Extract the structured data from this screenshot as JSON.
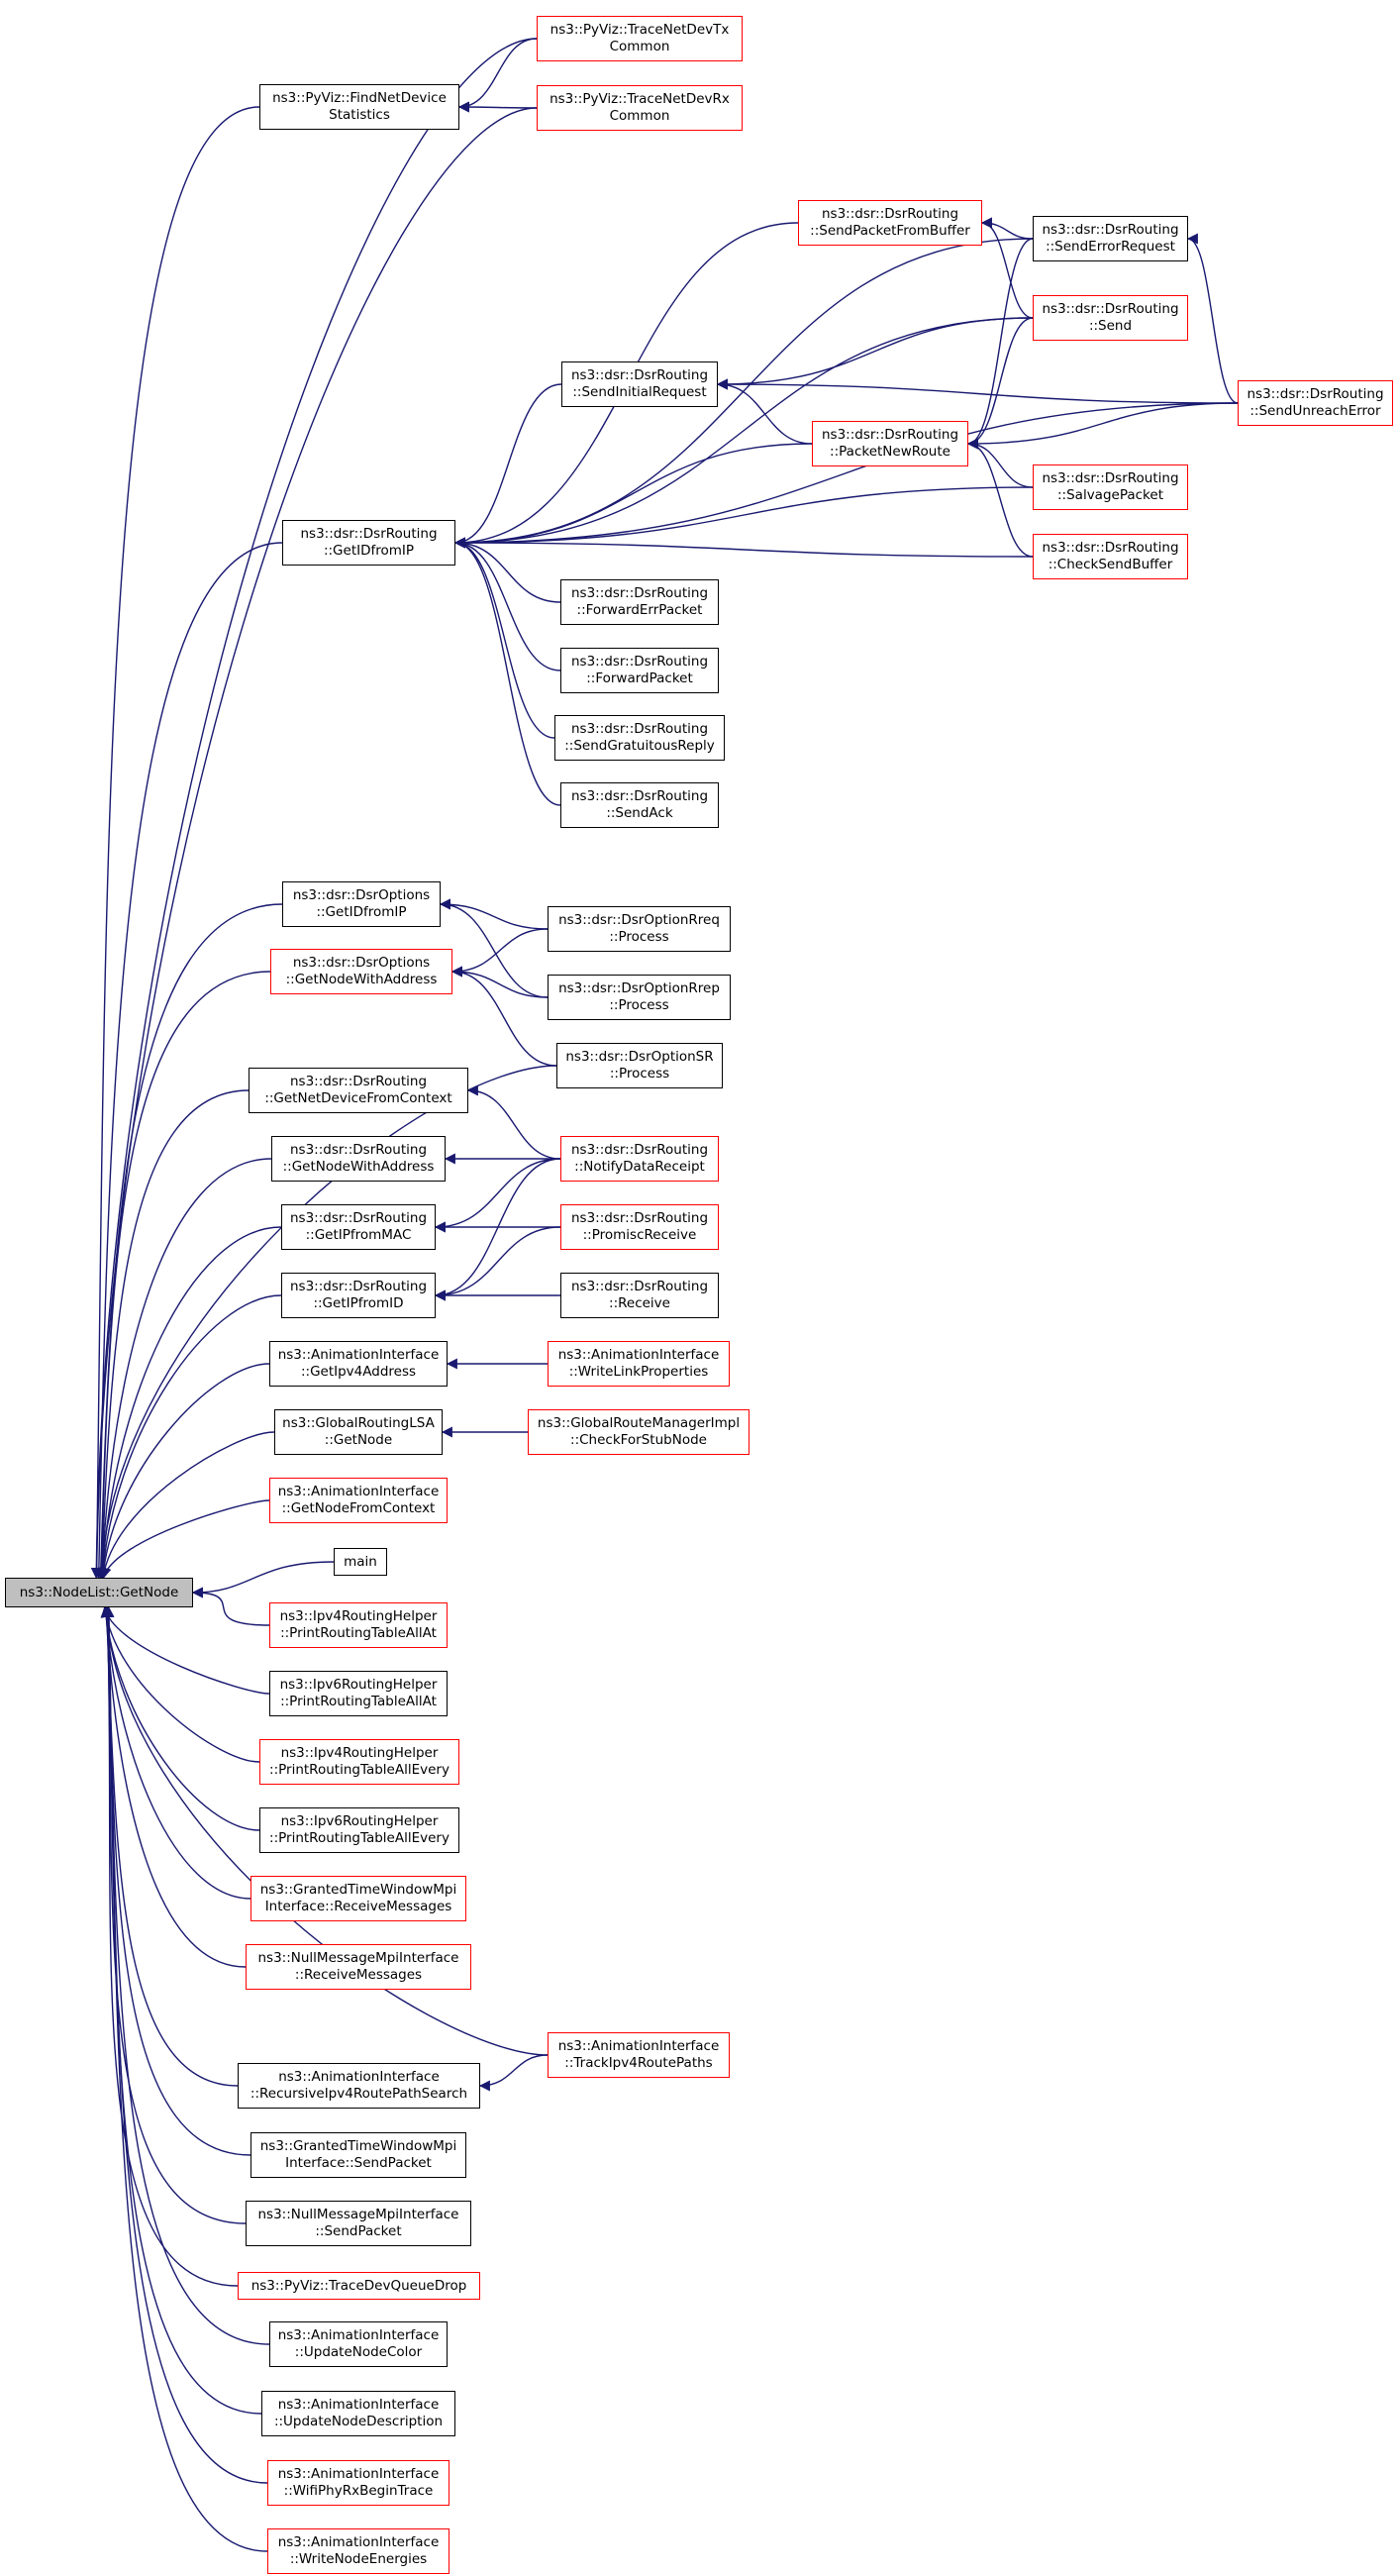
{
  "colors": {
    "edge": "#191970",
    "border_default": "#000000",
    "border_incomplete": "#ff0000",
    "root_fill": "#bfbfbf"
  },
  "nodes": [
    {
      "id": "root",
      "lines": [
        "ns3::NodeList::GetNode"
      ],
      "style": "root"
    },
    {
      "id": "pyviz_fnds",
      "lines": [
        "ns3::PyViz::FindNetDevice",
        "Statistics"
      ],
      "style": "black"
    },
    {
      "id": "pyviz_tx",
      "lines": [
        "ns3::PyViz::TraceNetDevTx",
        "Common"
      ],
      "style": "red"
    },
    {
      "id": "pyviz_rx",
      "lines": [
        "ns3::PyViz::TraceNetDevRx",
        "Common"
      ],
      "style": "red"
    },
    {
      "id": "dsr_getidfromip",
      "lines": [
        "ns3::dsr::DsrRouting",
        "::GetIDfromIP"
      ],
      "style": "black"
    },
    {
      "id": "dsr_spfb",
      "lines": [
        "ns3::dsr::DsrRouting",
        "::SendPacketFromBuffer"
      ],
      "style": "red"
    },
    {
      "id": "dsr_ser",
      "lines": [
        "ns3::dsr::DsrRouting",
        "::SendErrorRequest"
      ],
      "style": "black"
    },
    {
      "id": "dsr_send",
      "lines": [
        "ns3::dsr::DsrRouting",
        "::Send"
      ],
      "style": "red"
    },
    {
      "id": "dsr_sir",
      "lines": [
        "ns3::dsr::DsrRouting",
        "::SendInitialRequest"
      ],
      "style": "black"
    },
    {
      "id": "dsr_pnr",
      "lines": [
        "ns3::dsr::DsrRouting",
        "::PacketNewRoute"
      ],
      "style": "red"
    },
    {
      "id": "dsr_sue",
      "lines": [
        "ns3::dsr::DsrRouting",
        "::SendUnreachError"
      ],
      "style": "red"
    },
    {
      "id": "dsr_salvage",
      "lines": [
        "ns3::dsr::DsrRouting",
        "::SalvagePacket"
      ],
      "style": "red"
    },
    {
      "id": "dsr_csb",
      "lines": [
        "ns3::dsr::DsrRouting",
        "::CheckSendBuffer"
      ],
      "style": "red"
    },
    {
      "id": "dsr_fep",
      "lines": [
        "ns3::dsr::DsrRouting",
        "::ForwardErrPacket"
      ],
      "style": "black"
    },
    {
      "id": "dsr_fp",
      "lines": [
        "ns3::dsr::DsrRouting",
        "::ForwardPacket"
      ],
      "style": "black"
    },
    {
      "id": "dsr_sgr",
      "lines": [
        "ns3::dsr::DsrRouting",
        "::SendGratuitousReply"
      ],
      "style": "black"
    },
    {
      "id": "dsr_sack",
      "lines": [
        "ns3::dsr::DsrRouting",
        "::SendAck"
      ],
      "style": "black"
    },
    {
      "id": "opt_getidfromip",
      "lines": [
        "ns3::dsr::DsrOptions",
        "::GetIDfromIP"
      ],
      "style": "black"
    },
    {
      "id": "opt_gnwa",
      "lines": [
        "ns3::dsr::DsrOptions",
        "::GetNodeWithAddress"
      ],
      "style": "red"
    },
    {
      "id": "opt_rreq",
      "lines": [
        "ns3::dsr::DsrOptionRreq",
        "::Process"
      ],
      "style": "black"
    },
    {
      "id": "opt_rrep",
      "lines": [
        "ns3::dsr::DsrOptionRrep",
        "::Process"
      ],
      "style": "black"
    },
    {
      "id": "opt_sr",
      "lines": [
        "ns3::dsr::DsrOptionSR",
        "::Process"
      ],
      "style": "black"
    },
    {
      "id": "dsr_gndfc",
      "lines": [
        "ns3::dsr::DsrRouting",
        "::GetNetDeviceFromContext"
      ],
      "style": "black"
    },
    {
      "id": "dsr_gnwa",
      "lines": [
        "ns3::dsr::DsrRouting",
        "::GetNodeWithAddress"
      ],
      "style": "black"
    },
    {
      "id": "dsr_ndr",
      "lines": [
        "ns3::dsr::DsrRouting",
        "::NotifyDataReceipt"
      ],
      "style": "red"
    },
    {
      "id": "dsr_gipfm",
      "lines": [
        "ns3::dsr::DsrRouting",
        "::GetIPfromMAC"
      ],
      "style": "black"
    },
    {
      "id": "dsr_promisc",
      "lines": [
        "ns3::dsr::DsrRouting",
        "::PromiscReceive"
      ],
      "style": "red"
    },
    {
      "id": "dsr_gipfid",
      "lines": [
        "ns3::dsr::DsrRouting",
        "::GetIPfromID"
      ],
      "style": "black"
    },
    {
      "id": "dsr_receive",
      "lines": [
        "ns3::dsr::DsrRouting",
        "::Receive"
      ],
      "style": "black"
    },
    {
      "id": "anim_gipv4",
      "lines": [
        "ns3::AnimationInterface",
        "::GetIpv4Address"
      ],
      "style": "black"
    },
    {
      "id": "anim_wlp",
      "lines": [
        "ns3::AnimationInterface",
        "::WriteLinkProperties"
      ],
      "style": "red"
    },
    {
      "id": "grlsa_getnode",
      "lines": [
        "ns3::GlobalRoutingLSA",
        "::GetNode"
      ],
      "style": "black"
    },
    {
      "id": "grmi_cfsn",
      "lines": [
        "ns3::GlobalRouteManagerImpl",
        "::CheckForStubNode"
      ],
      "style": "red"
    },
    {
      "id": "anim_gnfc",
      "lines": [
        "ns3::AnimationInterface",
        "::GetNodeFromContext"
      ],
      "style": "red"
    },
    {
      "id": "main",
      "lines": [
        "main"
      ],
      "style": "black"
    },
    {
      "id": "ipv4_prtaa",
      "lines": [
        "ns3::Ipv4RoutingHelper",
        "::PrintRoutingTableAllAt"
      ],
      "style": "red"
    },
    {
      "id": "ipv6_prtaa",
      "lines": [
        "ns3::Ipv6RoutingHelper",
        "::PrintRoutingTableAllAt"
      ],
      "style": "black"
    },
    {
      "id": "ipv4_prtae",
      "lines": [
        "ns3::Ipv4RoutingHelper",
        "::PrintRoutingTableAllEvery"
      ],
      "style": "red"
    },
    {
      "id": "ipv6_prtae",
      "lines": [
        "ns3::Ipv6RoutingHelper",
        "::PrintRoutingTableAllEvery"
      ],
      "style": "black"
    },
    {
      "id": "gtw_recv",
      "lines": [
        "ns3::GrantedTimeWindowMpi",
        "Interface::ReceiveMessages"
      ],
      "style": "red"
    },
    {
      "id": "nullmpi_recv",
      "lines": [
        "ns3::NullMessageMpiInterface",
        "::ReceiveMessages"
      ],
      "style": "red"
    },
    {
      "id": "anim_tirp",
      "lines": [
        "ns3::AnimationInterface",
        "::TrackIpv4RoutePaths"
      ],
      "style": "red"
    },
    {
      "id": "anim_rirps",
      "lines": [
        "ns3::AnimationInterface",
        "::RecursiveIpv4RoutePathSearch"
      ],
      "style": "black"
    },
    {
      "id": "gtw_send",
      "lines": [
        "ns3::GrantedTimeWindowMpi",
        "Interface::SendPacket"
      ],
      "style": "black"
    },
    {
      "id": "nullmpi_send",
      "lines": [
        "ns3::NullMessageMpiInterface",
        "::SendPacket"
      ],
      "style": "black"
    },
    {
      "id": "pyviz_tdqd",
      "lines": [
        "ns3::PyViz::TraceDevQueueDrop"
      ],
      "style": "red"
    },
    {
      "id": "anim_unc",
      "lines": [
        "ns3::AnimationInterface",
        "::UpdateNodeColor"
      ],
      "style": "black"
    },
    {
      "id": "anim_und",
      "lines": [
        "ns3::AnimationInterface",
        "::UpdateNodeDescription"
      ],
      "style": "black"
    },
    {
      "id": "anim_wprbt",
      "lines": [
        "ns3::AnimationInterface",
        "::WifiPhyRxBeginTrace"
      ],
      "style": "red"
    },
    {
      "id": "anim_wne",
      "lines": [
        "ns3::AnimationInterface",
        "::WriteNodeEnergies"
      ],
      "style": "red"
    }
  ]
}
